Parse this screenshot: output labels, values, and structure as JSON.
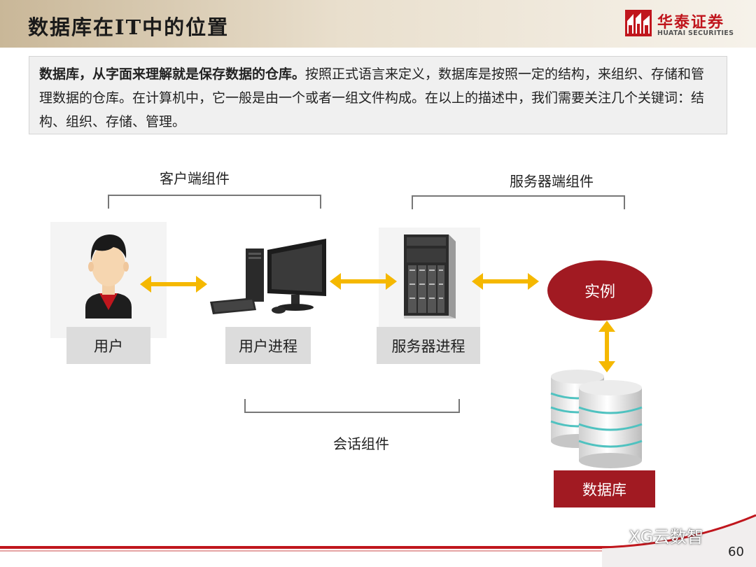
{
  "header": {
    "title": "数据库在IT中的位置",
    "logo_cn": "华泰证券",
    "logo_en": "HUATAI SECURITIES",
    "accent_color": "#c0161d"
  },
  "intro": {
    "bold": "数据库，从字面来理解就是保存数据的仓库。",
    "rest": "按照正式语言来定义，数据库是按照一定的结构，来组织、存储和管理数据的仓库。在计算机中，它一般是由一个或者一组文件构成。在以上的描述中，我们需要关注几个关键词：结构、组织、存储、管理。"
  },
  "diagram": {
    "client_group": "客户端组件",
    "server_group": "服务器端组件",
    "session_group": "会话组件",
    "nodes": {
      "user": "用户",
      "user_process": "用户进程",
      "server_process": "服务器进程",
      "instance": "实例",
      "database": "数据库"
    },
    "arrow_color": "#f5b800",
    "node_red": "#a11a22"
  },
  "footer": {
    "page_number": "60",
    "watermark": "XG云数智"
  }
}
